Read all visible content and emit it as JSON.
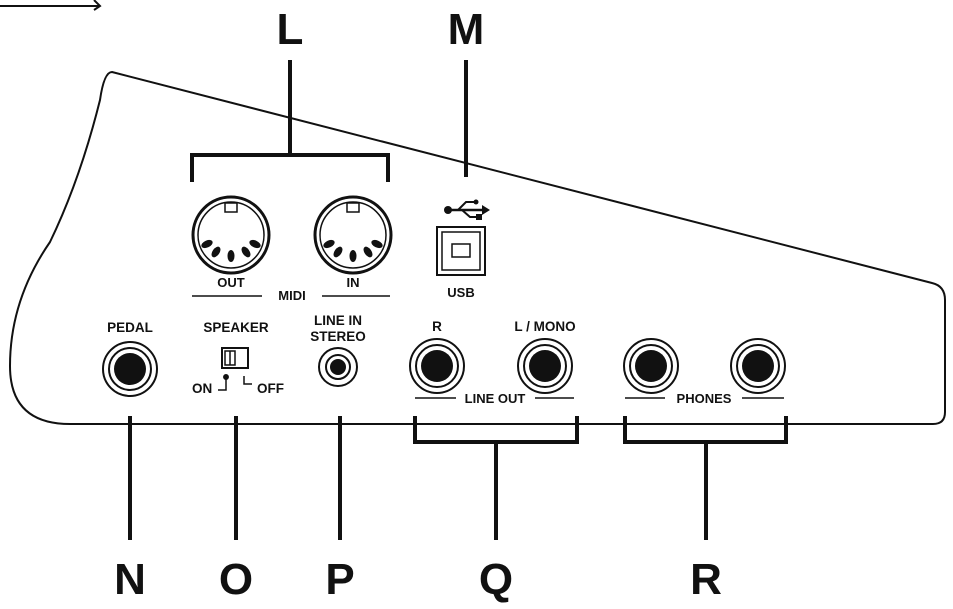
{
  "callouts": {
    "L": "L",
    "M": "M",
    "N": "N",
    "O": "O",
    "P": "P",
    "Q": "Q",
    "R": "R"
  },
  "ports": {
    "midi_out": "OUT",
    "midi_in": "IN",
    "midi_group": "MIDI",
    "usb": "USB",
    "pedal": "PEDAL",
    "speaker": "SPEAKER",
    "speaker_on": "ON",
    "speaker_off": "OFF",
    "line_in_1": "LINE IN",
    "line_in_2": "STEREO",
    "line_out_r": "R",
    "line_out_l": "L / MONO",
    "line_out_group": "LINE OUT",
    "phones_group": "PHONES"
  },
  "icons": {
    "usb_symbol": "usb-icon",
    "midi_connector": "din-5pin-icon",
    "jack": "phone-jack-icon",
    "switch": "slide-switch-icon"
  }
}
